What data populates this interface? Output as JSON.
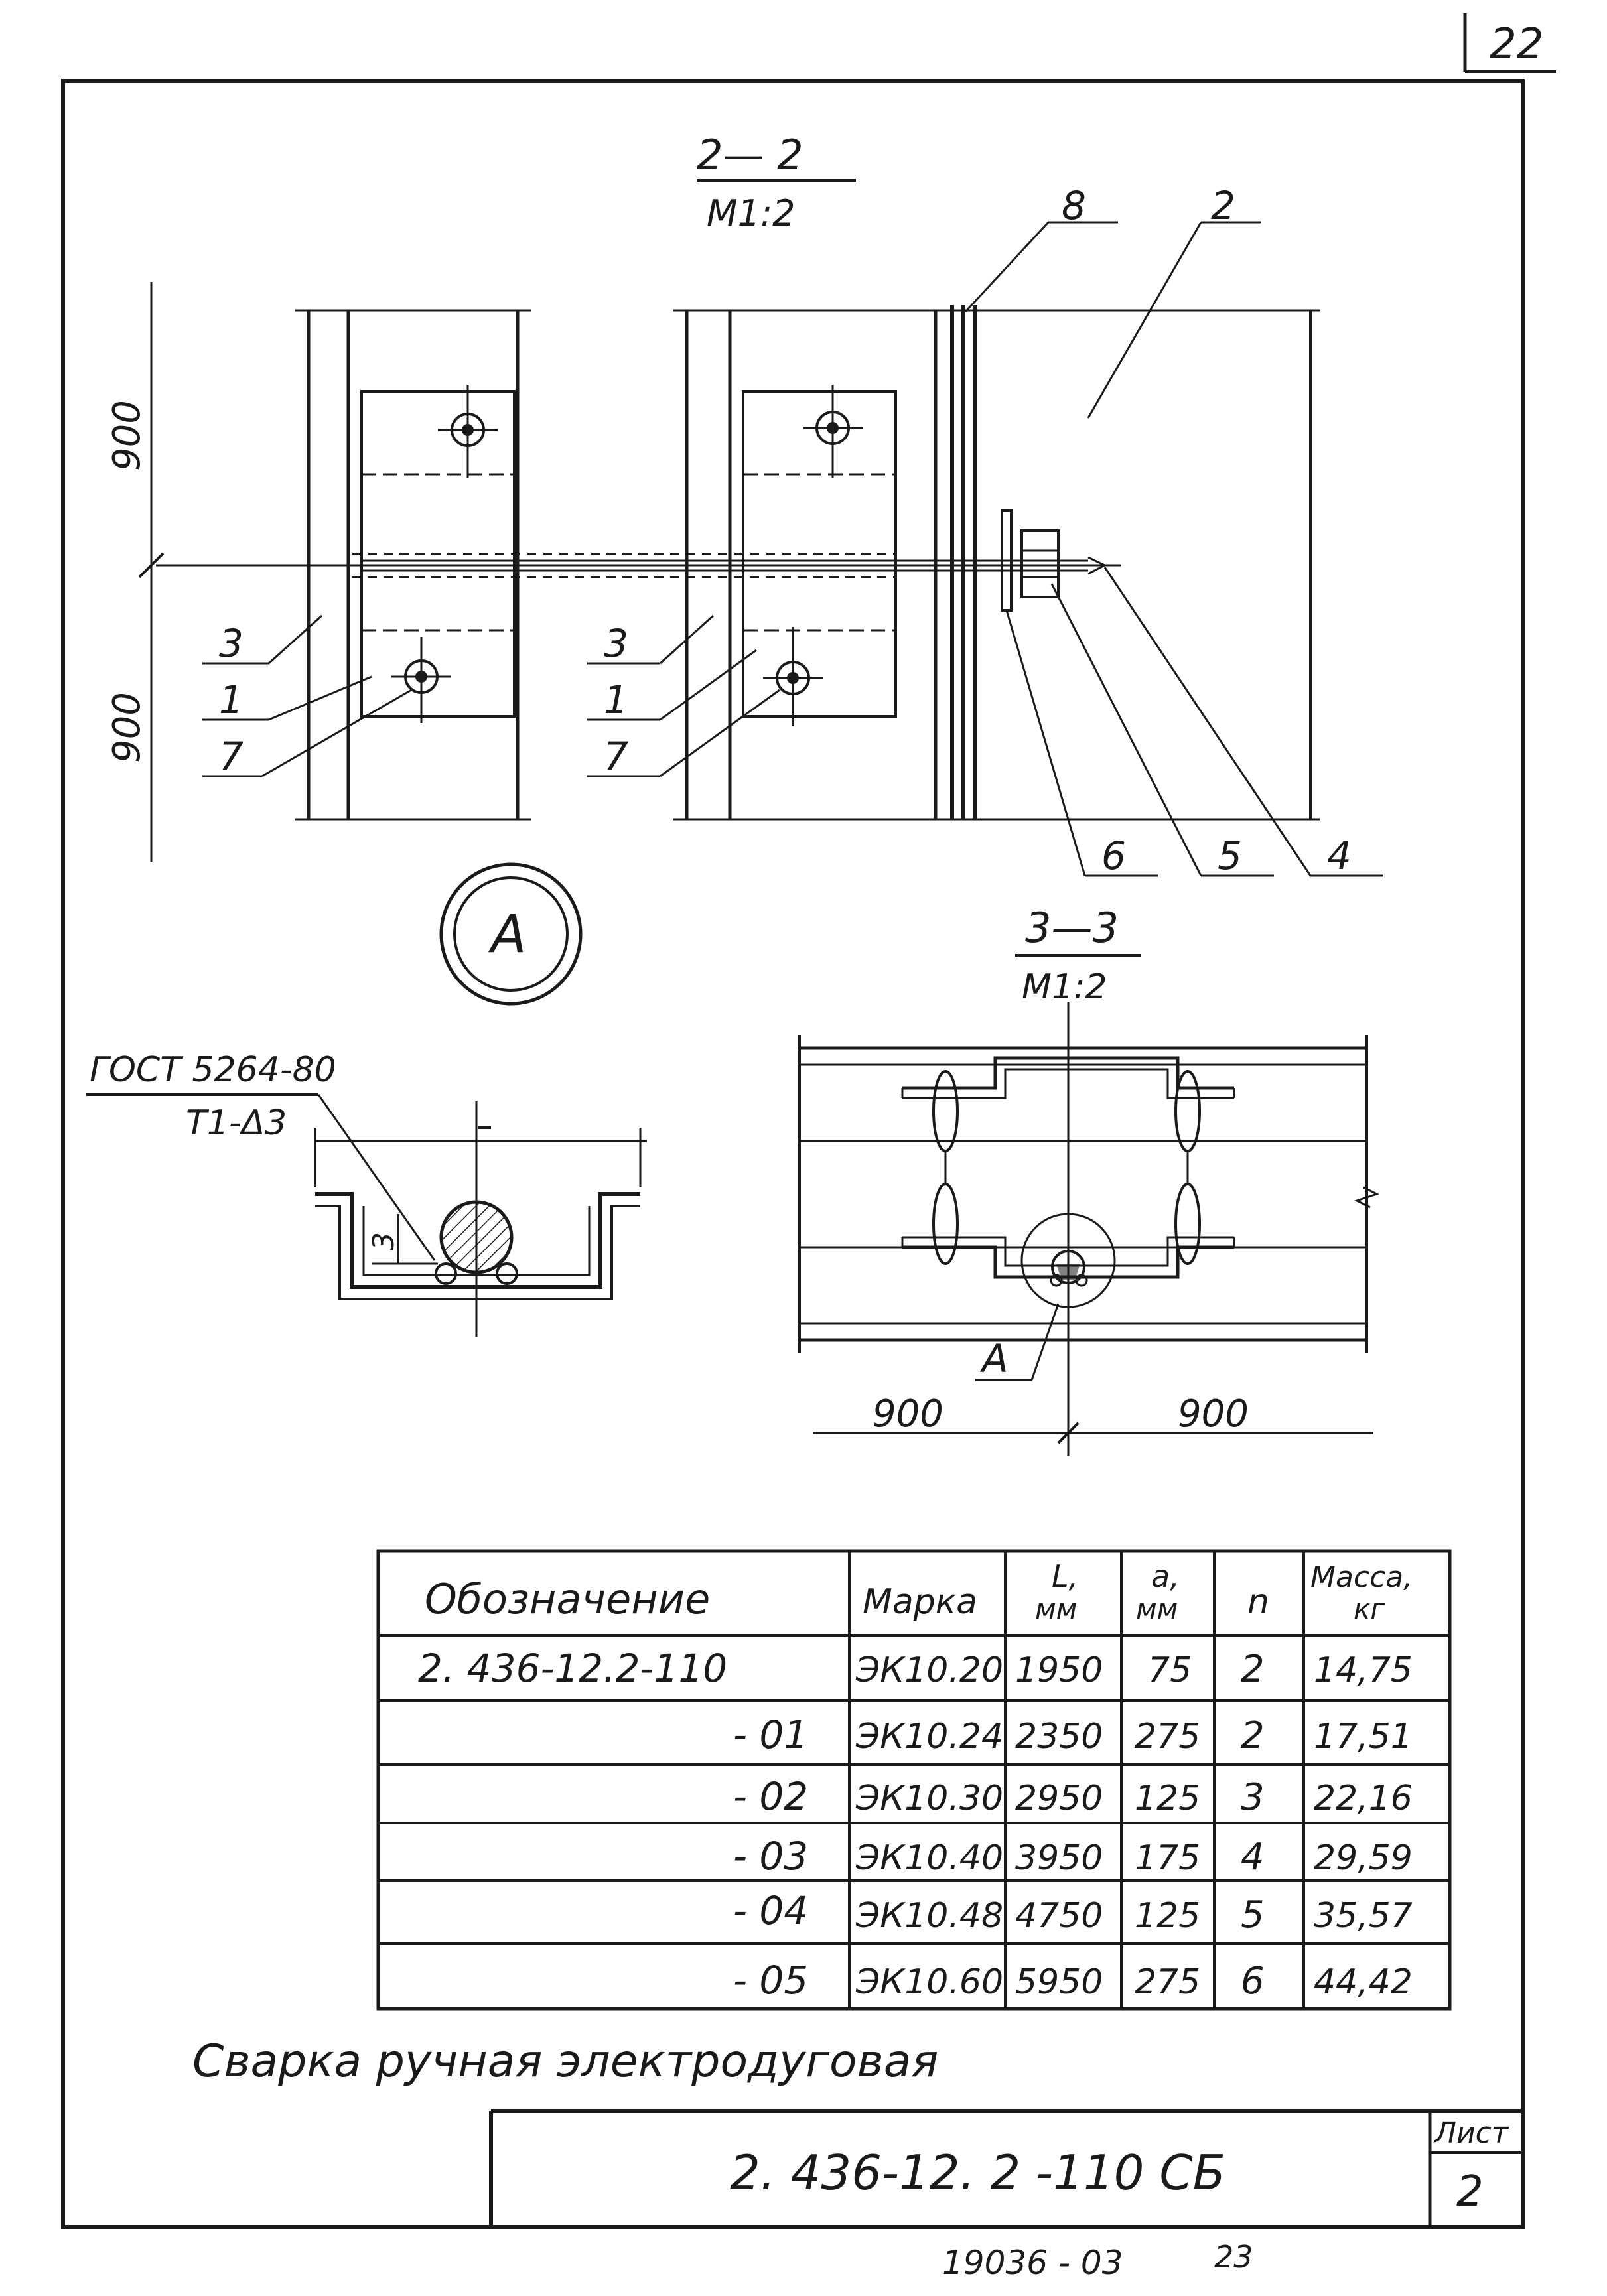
{
  "sheet_number_top": "22",
  "section_2": {
    "title": "2— 2",
    "scale": "М1:2"
  },
  "section_3": {
    "title": "3—3",
    "scale": "М1:2"
  },
  "detail_label": "А",
  "dims": {
    "top": "900",
    "bottom": "900",
    "left": "900",
    "right": "900"
  },
  "positions": {
    "p1": "1",
    "p2": "2",
    "p3": "3",
    "p4": "4",
    "p5": "5",
    "p6": "6",
    "p7": "7",
    "p8": "8"
  },
  "weld_note": {
    "line1": "ГОСТ 5264-80",
    "line2": "Т1-Δ3",
    "leg": "3"
  },
  "spec_table": {
    "headers": {
      "designation": "Обозначение",
      "mark": "Марка",
      "L": "L,",
      "L_unit": "мм",
      "a": "а,",
      "a_unit": "мм",
      "n": "n",
      "mass": "Масса,",
      "mass_unit": "кг"
    },
    "rows": [
      {
        "designation": "2. 436-12.2-110",
        "mark": "ЭК10.20",
        "L": "1950",
        "a": "75",
        "n": "2",
        "mass": "14,75"
      },
      {
        "designation": "- 01",
        "mark": "ЭК10.24",
        "L": "2350",
        "a": "275",
        "n": "2",
        "mass": "17,51"
      },
      {
        "designation": "- 02",
        "mark": "ЭК10.30",
        "L": "2950",
        "a": "125",
        "n": "3",
        "mass": "22,16"
      },
      {
        "designation": "- 03",
        "mark": "ЭК10.40",
        "L": "3950",
        "a": "175",
        "n": "4",
        "mass": "29,59"
      },
      {
        "designation": "- 04",
        "mark": "ЭК10.48",
        "L": "4750",
        "a": "125",
        "n": "5",
        "mass": "35,57"
      },
      {
        "designation": "- 05",
        "mark": "ЭК10.60",
        "L": "5950",
        "a": "275",
        "n": "6",
        "mass": "44,42"
      }
    ]
  },
  "note": "Сварка ручная электродуговая",
  "title_block": {
    "code": "2. 436-12. 2 -110 СБ",
    "sheet_label": "Лист",
    "sheet_value": "2"
  },
  "footer": {
    "archive": "19036 - 03",
    "page": "23"
  }
}
